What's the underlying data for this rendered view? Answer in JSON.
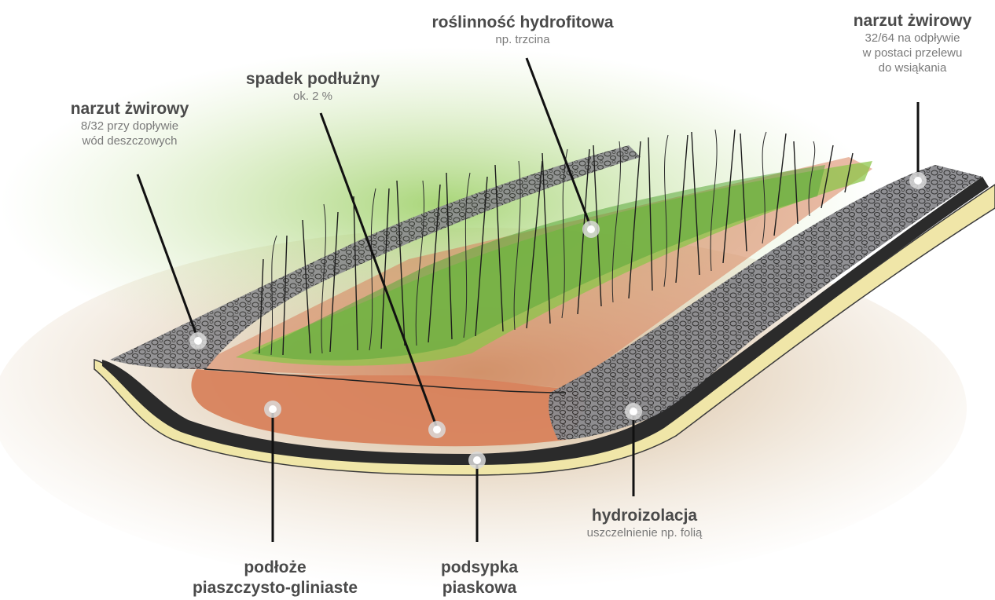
{
  "labels": {
    "gravel_inflow": {
      "title": "narzut żwirowy",
      "line1": "8/32 przy dopływie",
      "line2": "wód deszczowych"
    },
    "slope": {
      "title": "spadek podłużny",
      "line1": "ok. 2 %"
    },
    "plants": {
      "title": "roślinność hydrofitowa",
      "line1": "np. trzcina"
    },
    "gravel_outflow": {
      "title": "narzut żwirowy",
      "line1": "32/64 na odpływie",
      "line2": "w postaci przelewu",
      "line3": "do wsiąkania"
    },
    "waterproofing": {
      "title": "hydroizolacja",
      "line1": "uszczelnienie np. folią"
    },
    "substrate": {
      "title": "podłoże",
      "line1": "piaszczysto-gliniaste"
    },
    "sand_bedding": {
      "title": "podsypka",
      "line1": "piaskowa"
    }
  },
  "colors": {
    "soil": "#c9a67a",
    "sand": "#f0e6a8",
    "clay": "#d8825c",
    "gravel": "#6e6e72",
    "liner": "#2b2b2b",
    "grass": "#7cbf45",
    "leader": "#111111"
  }
}
